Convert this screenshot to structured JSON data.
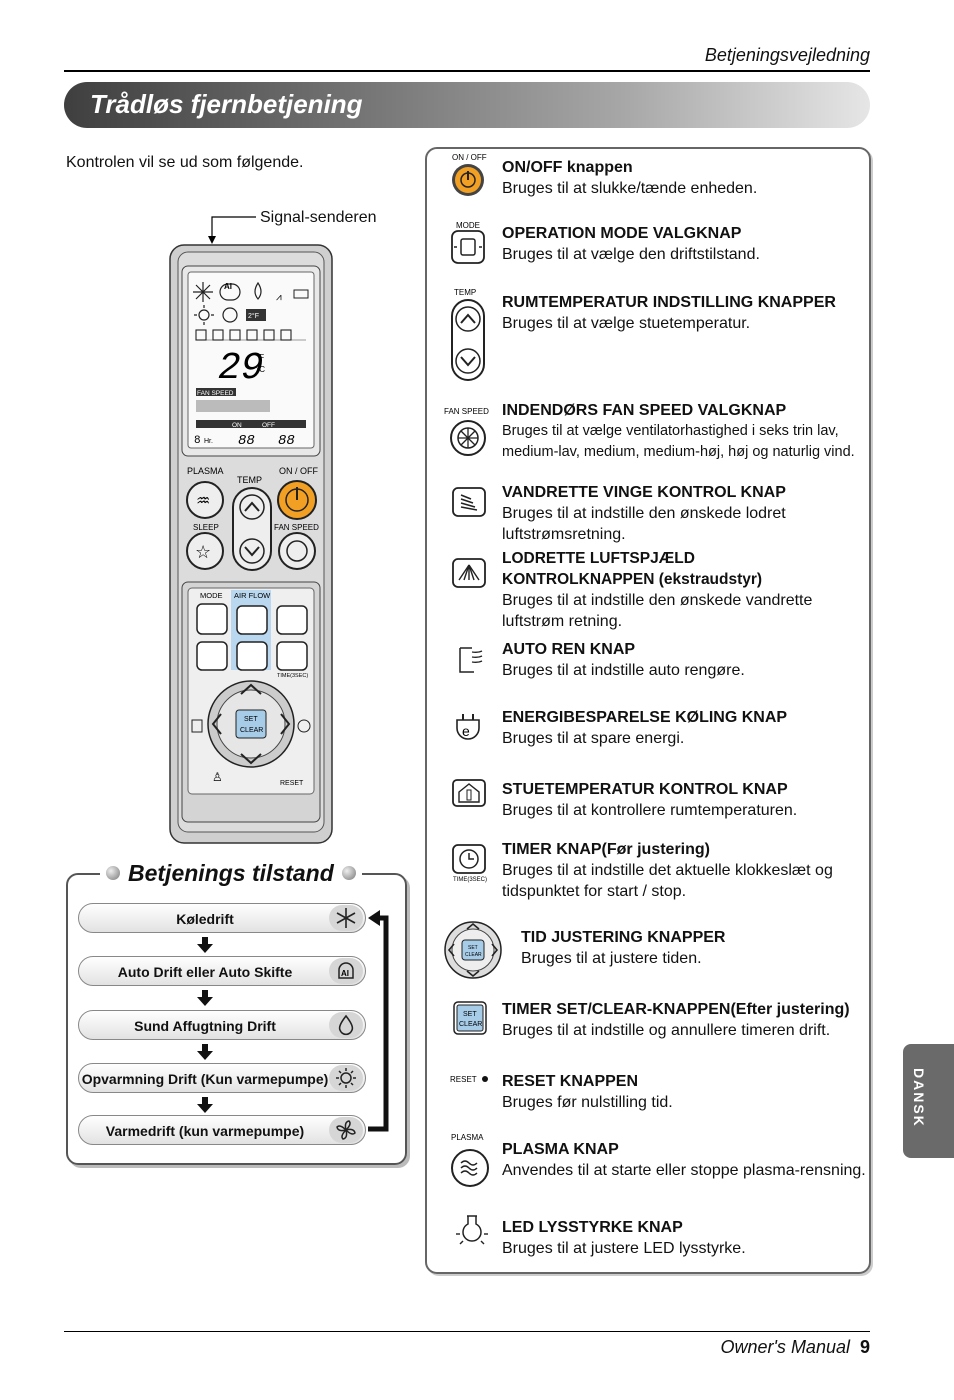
{
  "header": {
    "label": "Betjeningsvejledning"
  },
  "banner": {
    "title": "Trådløs fjernbetjening"
  },
  "intro": "Kontrolen vil se ud som følgende.",
  "signal_label": "Signal-senderen",
  "remote": {
    "display_temp": "29",
    "unit_f": "°F",
    "unit_c": "°C",
    "fan_speed": "FAN SPEED",
    "on": "ON",
    "off": "OFF",
    "hr": "Hr.",
    "plasma": "PLASMA",
    "temp": "TEMP",
    "on_off": "ON / OFF",
    "sleep": "SLEEP",
    "fan_speed_btn": "FAN SPEED",
    "mode": "MODE",
    "air_flow": "AIR FLOW",
    "time_sec": "TIME(3SEC)",
    "set": "SET",
    "clear": "CLEAR",
    "reset": "RESET"
  },
  "operation": {
    "title": "Betjenings tilstand",
    "modes": [
      {
        "label": "Køledrift",
        "icon": "snowflake-icon"
      },
      {
        "label": "Auto Drift eller Auto Skifte",
        "icon": "auto-ai-icon"
      },
      {
        "label": "Sund Affugtning Drift",
        "icon": "droplet-icon"
      },
      {
        "label": "Opvarmning Drift (Kun varmepumpe)",
        "icon": "sun-icon"
      },
      {
        "label": "Varmedrift (kun varmepumpe)",
        "icon": "fan-icon"
      }
    ]
  },
  "entries": [
    {
      "title": "ON/OFF knappen",
      "desc": "Bruges til at slukke/tænde enheden.",
      "icon_label": "ON / OFF"
    },
    {
      "title": "OPERATION MODE VALGKNAP",
      "desc": "Bruges til at vælge den driftstilstand.",
      "icon_label": "MODE"
    },
    {
      "title": "RUMTEMPERATUR INDSTILLING KNAPPER",
      "desc": "Bruges til at vælge stuetemperatur.",
      "icon_label": "TEMP"
    },
    {
      "title": "INDENDØRS FAN SPEED VALGKNAP",
      "desc": "Bruges til at vælge ventilatorhastighed i seks trin lav, medium-lav, medium, medium-høj, høj og naturlig vind.",
      "icon_label": "FAN SPEED"
    },
    {
      "title": "VANDRETTE VINGE KONTROL KNAP",
      "desc": "Bruges til at indstille den ønskede lodret luftstrømsretning."
    },
    {
      "title": "LODRETTE LUFTSPJÆLD KONTROLKNAPPEN (ekstraudstyr)",
      "desc": "Bruges til at indstille den ønskede vandrette luftstrøm retning."
    },
    {
      "title": "AUTO REN KNAP",
      "desc": "Bruges til at indstille auto rengøre."
    },
    {
      "title": "ENERGIBESPARELSE KØLING KNAP",
      "desc": "Bruges til at spare energi."
    },
    {
      "title": "STUETEMPERATUR KONTROL KNAP",
      "desc": "Bruges til at kontrollere rumtemperaturen."
    },
    {
      "title": "TIMER KNAP(Før justering)",
      "desc": "Bruges til at indstille det aktuelle klokkeslæt og tidspunktet for start / stop.",
      "icon_label": "TIME(3SEC)"
    },
    {
      "title": "TID JUSTERING KNAPPER",
      "desc": "Bruges til at justere tiden."
    },
    {
      "title": "TIMER SET/CLEAR-KNAPPEN(Efter justering)",
      "desc": "Bruges til at indstille og annullere timeren drift."
    },
    {
      "title": "RESET KNAPPEN",
      "desc": "Bruges før nulstilling tid.",
      "icon_label": "RESET"
    },
    {
      "title": "PLASMA KNAP",
      "desc": "Anvendes til at starte eller stoppe plasma-rensning.",
      "icon_label": "PLASMA"
    },
    {
      "title": "LED LYSSTYRKE KNAP",
      "desc": "Bruges til at justere LED lysstyrke."
    }
  ],
  "side_tab": "DANSK",
  "footer": {
    "label": "Owner's Manual",
    "page": "9"
  }
}
